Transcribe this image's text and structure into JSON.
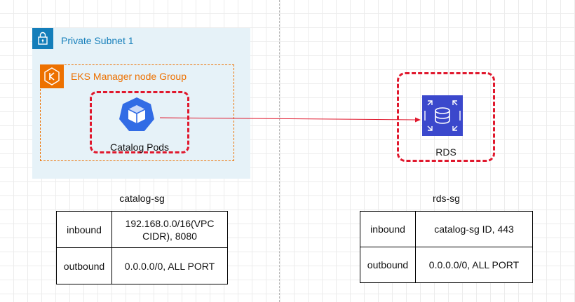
{
  "subnet": {
    "title": "Private Subnet 1",
    "icon": "lock-icon",
    "color": "#147eba",
    "fill": "#e6f2f8"
  },
  "node_group": {
    "title": "EKS Manager node Group",
    "icon": "eks-icon",
    "color": "#ed7100"
  },
  "catalog_pods": {
    "label": "Catalog Pods",
    "icon": "kubernetes-pod-icon",
    "highlight": "#e0182d"
  },
  "rds": {
    "label": "RDS",
    "icon": "rds-database-icon",
    "color": "#3b48cc",
    "highlight": "#e0182d"
  },
  "connection": {
    "from": "Catalog Pods",
    "to": "RDS",
    "color": "#e0182d"
  },
  "catalog_sg": {
    "title": "catalog-sg",
    "rows": [
      {
        "direction": "inbound",
        "rule": "192.168.0.0/16(VPC CIDR), 8080"
      },
      {
        "direction": "outbound",
        "rule": "0.0.0.0/0, ALL PORT"
      }
    ]
  },
  "rds_sg": {
    "title": "rds-sg",
    "rows": [
      {
        "direction": "inbound",
        "rule": "catalog-sg ID, 443"
      },
      {
        "direction": "outbound",
        "rule": "0.0.0.0/0, ALL PORT"
      }
    ]
  }
}
